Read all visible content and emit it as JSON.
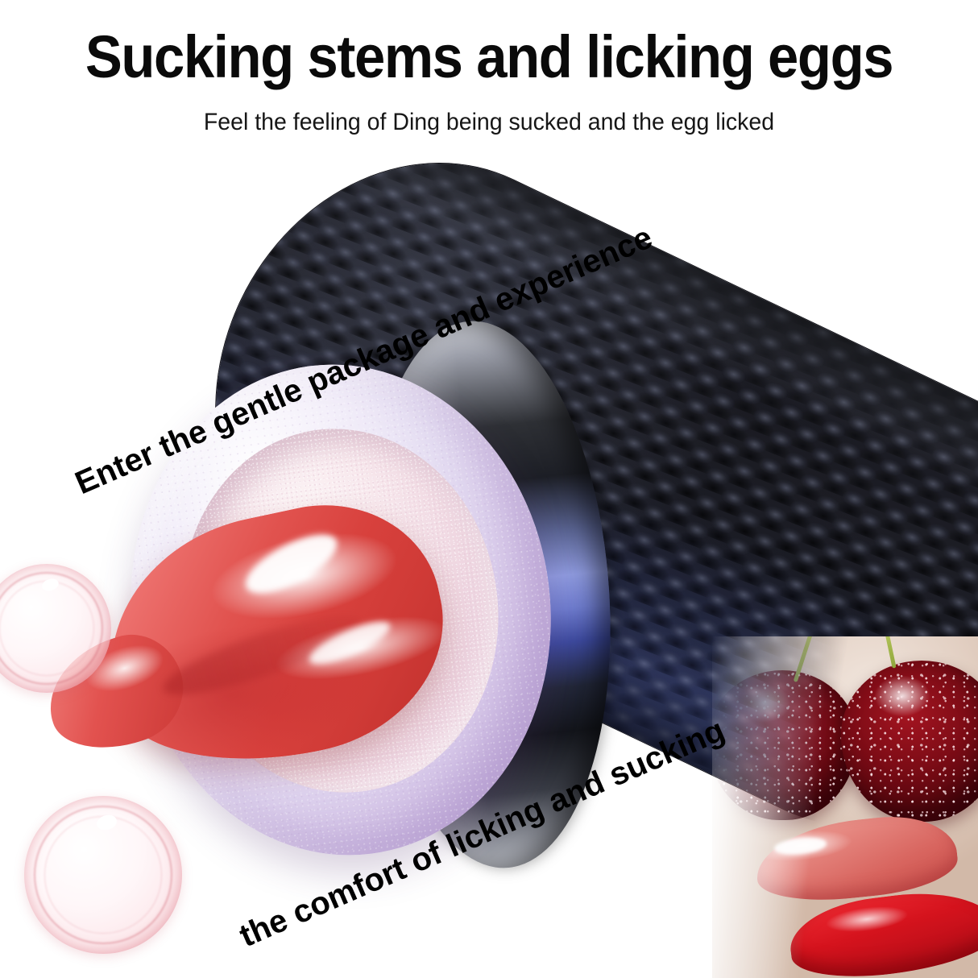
{
  "headline": {
    "title": "Sucking stems and licking eggs",
    "subtitle": "Feel the feeling of Ding being sucked and the egg licked"
  },
  "captions": {
    "top_diagonal": "Enter the gentle package and experience",
    "bottom_diagonal": "the comfort of licking and sucking"
  },
  "colors": {
    "background": "#ffffff",
    "headline_text": "#0a0a0a",
    "subtitle_text": "#161616",
    "caption_text": "#000000",
    "body_black": "#14161c",
    "body_blue_shadow": "#3a4a9a",
    "collar_blue": "#8f9bdf",
    "collar_dark": "#1d1f26",
    "rim_lavender": "#d8c9ea",
    "cavity_pink": "#f0d8e2",
    "tongue_red": "#d8413d",
    "bubble_pink": "#ce505e",
    "cherry_red": "#7e0c16",
    "lips_red": "#d5131d"
  },
  "graphics": {
    "barrel": "textured-black-cylinder-body",
    "collar": "metallic-blue-gradient-ring",
    "rim": "soft-lavender-opening-rim",
    "cavity": "speckled-pink-inner-chamber",
    "tongue": "glossy-red-tongue-protrusion",
    "bubbles": [
      "pink-bubble-upper",
      "pink-bubble-lower"
    ],
    "photo_inset": "cherries-tongue-lips-photo"
  }
}
